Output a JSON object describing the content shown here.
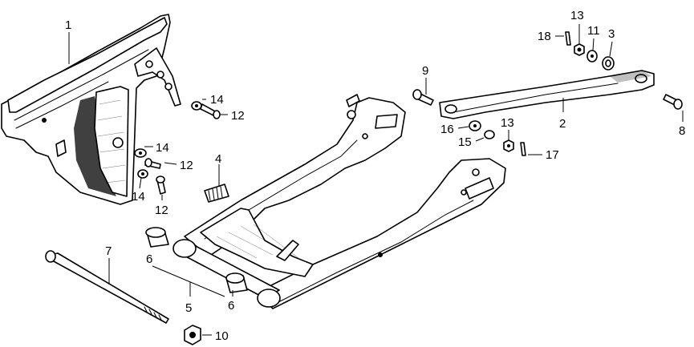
{
  "callouts": {
    "c1": "1",
    "c2": "2",
    "c3": "3",
    "c4": "4",
    "c5": "5",
    "c6a": "6",
    "c6b": "6",
    "c7": "7",
    "c8": "8",
    "c9": "9",
    "c10": "10",
    "c11": "11",
    "c12a": "12",
    "c12b": "12",
    "c12c": "12",
    "c13a": "13",
    "c13b": "13",
    "c14a": "14",
    "c14b": "14",
    "c14c": "14",
    "c15": "15",
    "c16": "16",
    "c17": "17",
    "c18": "18"
  }
}
